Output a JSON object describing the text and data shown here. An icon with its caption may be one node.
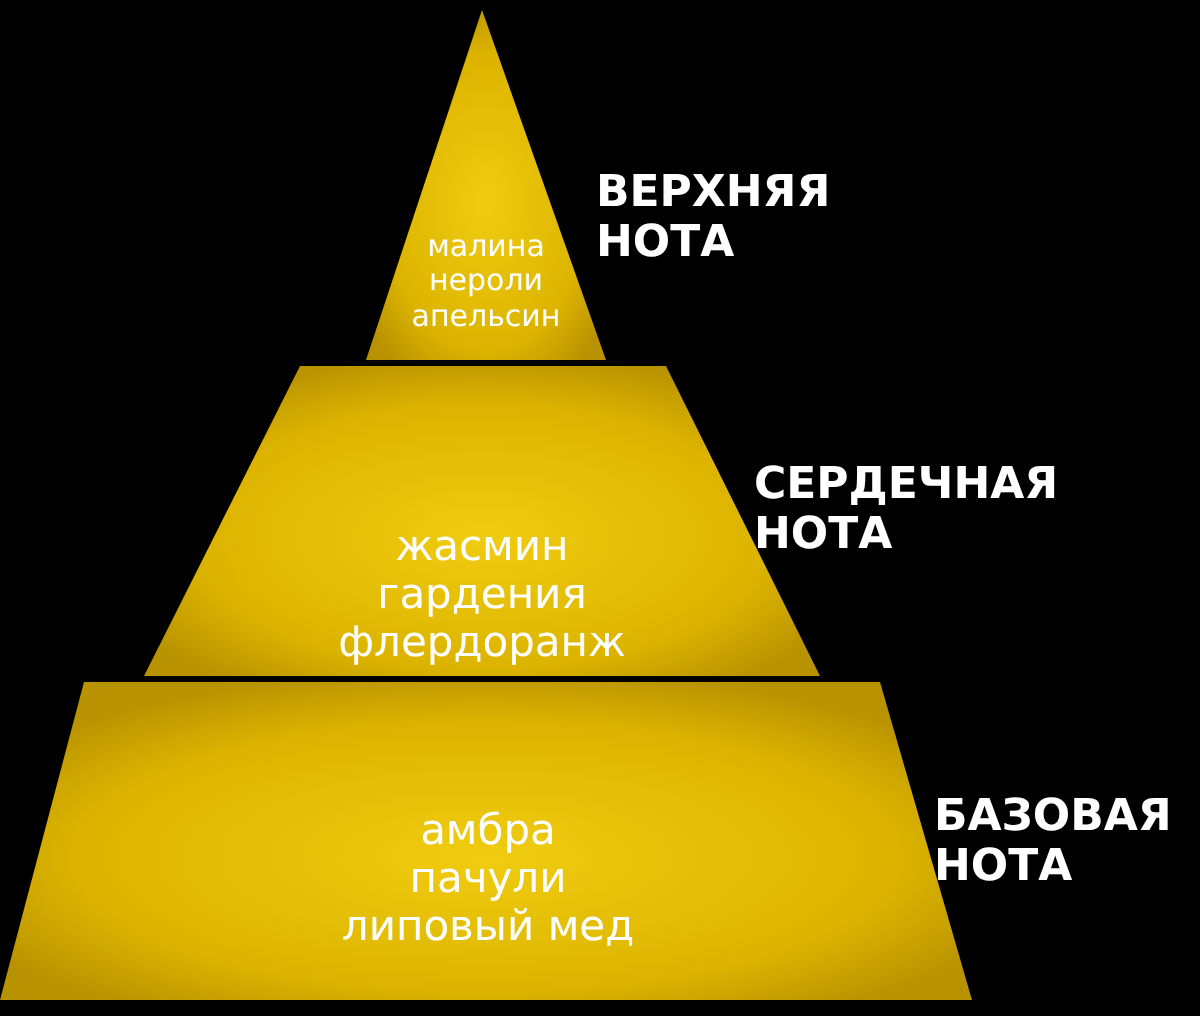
{
  "diagram": {
    "nodes": [
      {
        "text": [
          "малина",
          "нероли",
          "апельсин"
        ],
        "beside": [
          "ВЕРХНЯЯ НОТА"
        ]
      },
      {
        "text": [
          "жасмин",
          "гардения",
          "флердоранж"
        ],
        "beside": [
          "СЕРДЕЧНАЯ НОТА"
        ]
      },
      {
        "text": [
          "амбра",
          "пачули",
          "липовый мед"
        ],
        "beside": [
          "БАЗОВАЯ НОТА"
        ]
      }
    ]
  }
}
